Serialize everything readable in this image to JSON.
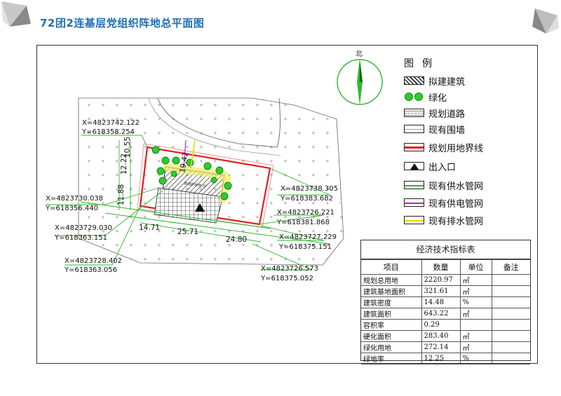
{
  "title": "72团2连基层党组织阵地总平面图",
  "north_label": "北",
  "legend": {
    "title": "图例",
    "items": [
      {
        "label": "拟建建筑",
        "swatch": "hatch"
      },
      {
        "label": "绿化",
        "swatch": "green"
      },
      {
        "label": "规划道路",
        "swatch": "road"
      },
      {
        "label": "现有围墙",
        "swatch": "wall"
      },
      {
        "label": "规划用地界线",
        "swatch": "boundary"
      },
      {
        "label": "出入口",
        "swatch": "entrance"
      },
      {
        "label": "现有供水管网",
        "swatch": "water"
      },
      {
        "label": "现有供电管网",
        "swatch": "power"
      },
      {
        "label": "现有排水管网",
        "swatch": "drain"
      }
    ]
  },
  "coordinates": [
    {
      "x": "X=4823742.122",
      "y": "Y=618358.254"
    },
    {
      "x": "X=4823730.038",
      "y": "Y=618356.440"
    },
    {
      "x": "X=4823729.030",
      "y": "Y=618363.151"
    },
    {
      "x": "X=4823728.402",
      "y": "Y=618363.056"
    },
    {
      "x": "X=4823738.305",
      "y": "Y=618383.682"
    },
    {
      "x": "X=4823726.221",
      "y": "Y=618381.868"
    },
    {
      "x": "X=4823727.229",
      "y": "Y=618375.151"
    },
    {
      "x": "X=4823726.573",
      "y": "Y=618375.052"
    }
  ],
  "dimensions": [
    "10.55",
    "12.22",
    "11.88",
    "14.71",
    "25.71",
    "24.80",
    "19.42"
  ],
  "econ_table": {
    "caption": "经济技术指标表",
    "headers": [
      "项目",
      "数量",
      "单位",
      "备注"
    ],
    "rows": [
      [
        "规划总用地",
        "2220.97",
        "㎡",
        ""
      ],
      [
        "建筑基地面积",
        "321.61",
        "㎡",
        ""
      ],
      [
        "建筑密度",
        "14.48",
        "%",
        ""
      ],
      [
        "建筑面积",
        "643.22",
        "㎡",
        ""
      ],
      [
        "容积率",
        "0.29",
        "",
        ""
      ],
      [
        "硬化面积",
        "283.40",
        "㎡",
        ""
      ],
      [
        "绿化用地",
        "272.14",
        "㎡",
        ""
      ],
      [
        "绿地率",
        "12.25",
        "%",
        ""
      ]
    ]
  },
  "colors": {
    "title": "#1f6fb5",
    "boundary": "#e02020",
    "water": "#2fb82f",
    "power": "#c020c0",
    "drain": "#e8d800",
    "green": "#2ecc2e"
  }
}
